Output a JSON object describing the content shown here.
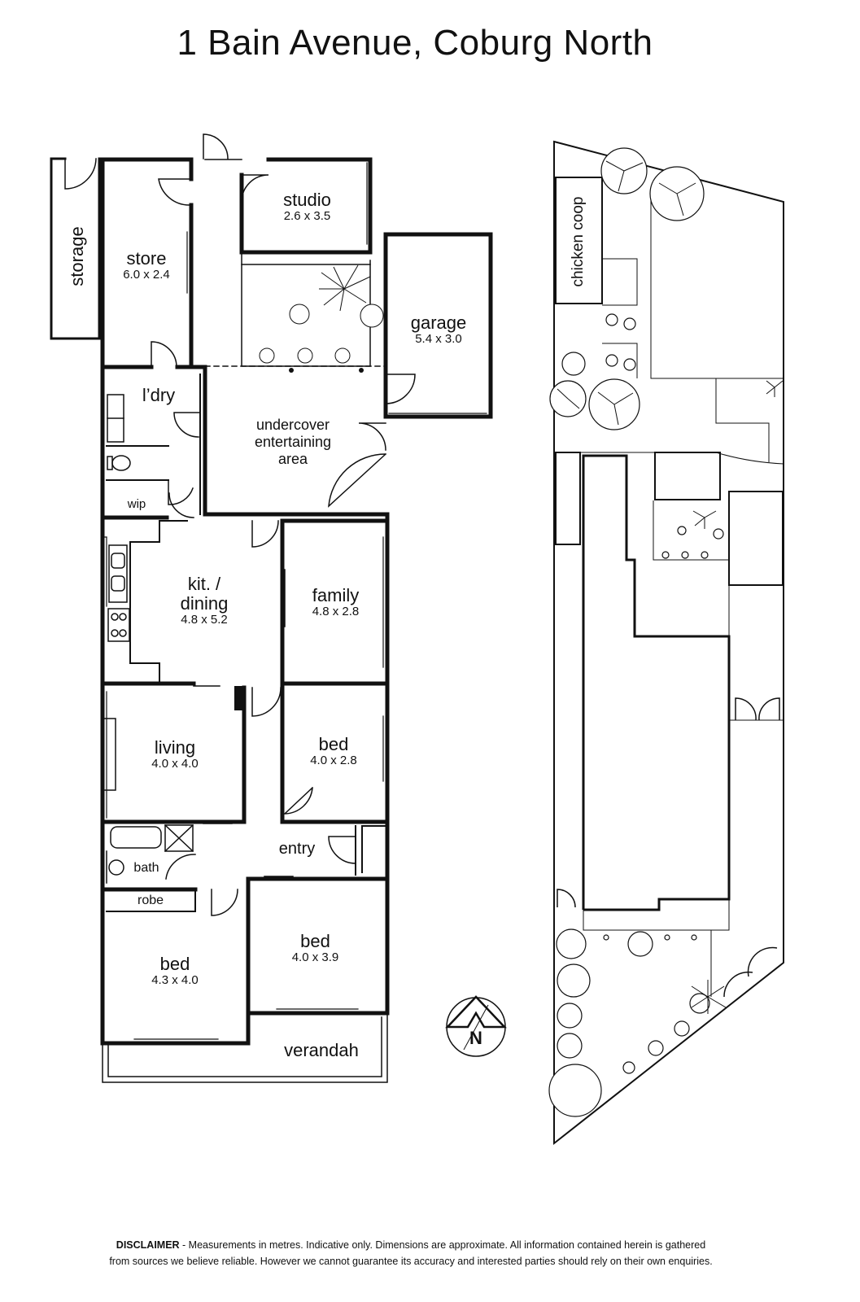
{
  "title": "1 Bain Avenue, Coburg North",
  "rooms": {
    "storage": {
      "name": "storage"
    },
    "store": {
      "name": "store",
      "dims": "6.0 x 2.4"
    },
    "studio": {
      "name": "studio",
      "dims": "2.6 x 3.5"
    },
    "garage": {
      "name": "garage",
      "dims": "5.4 x 3.0"
    },
    "laundry": {
      "name": "l’dry"
    },
    "undercover": {
      "line1": "undercover",
      "line2": "entertaining",
      "line3": "area"
    },
    "wip": {
      "name": "wip"
    },
    "kitchen": {
      "line1": "kit. /",
      "line2": "dining",
      "dims": "4.8 x 5.2"
    },
    "family": {
      "name": "family",
      "dims": "4.8 x 2.8"
    },
    "living": {
      "name": "living",
      "dims": "4.0 x 4.0"
    },
    "bed1": {
      "name": "bed",
      "dims": "4.0 x 2.8"
    },
    "entry": {
      "name": "entry"
    },
    "bath": {
      "name": "bath"
    },
    "robe": {
      "name": "robe"
    },
    "bed2": {
      "name": "bed",
      "dims": "4.3 x 4.0"
    },
    "bed3": {
      "name": "bed",
      "dims": "4.0 x 3.9"
    },
    "verandah": {
      "name": "verandah"
    }
  },
  "site": {
    "chicken_coop": "chicken coop"
  },
  "compass": {
    "letter": "N"
  },
  "disclaimer": {
    "label": "DISCLAIMER",
    "line1": " - Measurements in metres. Indicative only. Dimensions are approximate. All information contained herein is gathered",
    "line2": "from sources we believe reliable. However we cannot guarantee its accuracy and interested parties should rely on their own enquiries."
  }
}
